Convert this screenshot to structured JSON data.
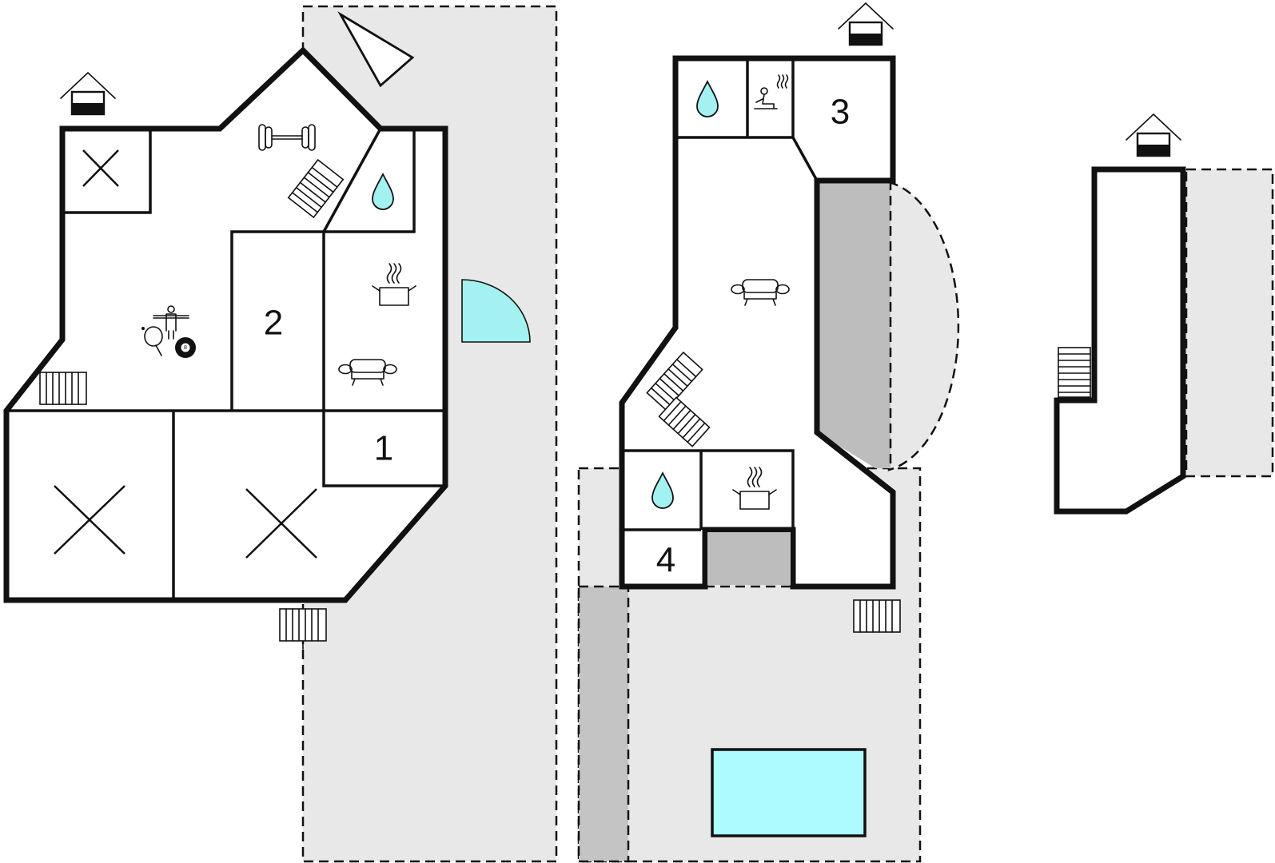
{
  "rooms": {
    "room1": "1",
    "room2": "2",
    "room3": "3",
    "room4": "4"
  },
  "colors": {
    "outdoor_area": "#e8e8e8",
    "covered_terrace": "#bdbdbd",
    "pool": "#adfaff",
    "water_and_doors": "#a3f1f1",
    "walls": "#111111"
  },
  "icons": [
    "exit-house-icon",
    "sofa-icon",
    "kitchen-pot-icon",
    "bathroom-drop-icon",
    "sauna-icon",
    "fitness-dumbbell-icon",
    "table-tennis-icon",
    "billiard-ball-icon",
    "table-football-icon",
    "staircase-icon",
    "bedroom-cross-icon",
    "north-arrow-icon",
    "swimming-pool-icon"
  ]
}
